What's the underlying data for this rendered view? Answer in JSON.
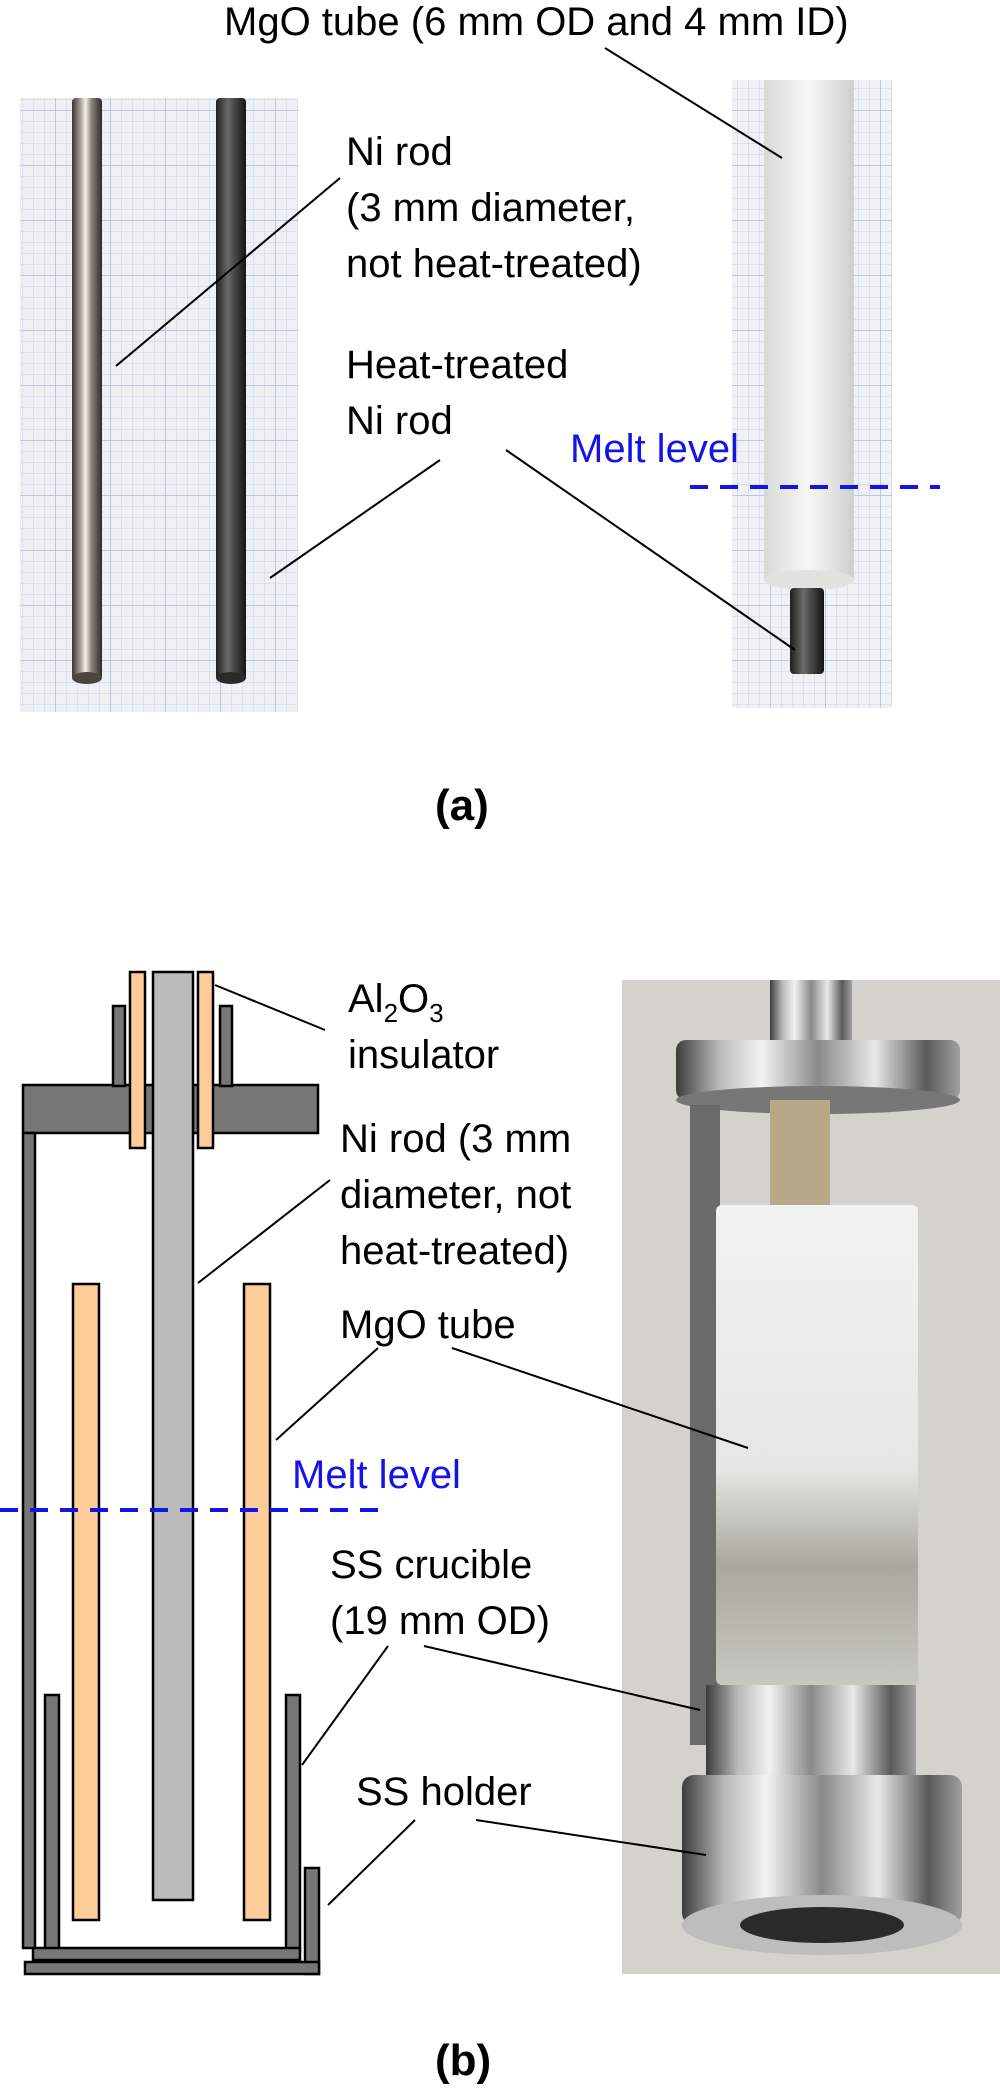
{
  "panel_a": {
    "caption": "(a)",
    "labels": {
      "mgo_tube_spec": "MgO tube (6 mm OD and 4 mm ID)",
      "ni_rod_line1": "Ni rod",
      "ni_rod_line2": "(3 mm diameter,",
      "ni_rod_line3": "not heat-treated)",
      "heat_treated_line1": "Heat-treated",
      "heat_treated_line2": "Ni rod",
      "melt_level": "Melt level"
    }
  },
  "panel_b": {
    "caption": "(b)",
    "labels": {
      "insulator_al": "Al",
      "insulator_sub2": "2",
      "insulator_o": "O",
      "insulator_sub3": "3",
      "insulator_line2": "insulator",
      "ni_rod_line1": "Ni rod (3 mm",
      "ni_rod_line2": "diameter, not",
      "ni_rod_line3": "heat-treated)",
      "mgo_tube": "MgO tube",
      "melt_level": "Melt level",
      "crucible_line1": "SS crucible",
      "crucible_line2": "(19 mm OD)",
      "holder": "SS holder"
    }
  },
  "colors": {
    "melt_level": "#1414e6",
    "alumina": "#ffcc99",
    "steel_dark": "#777777",
    "nickel_rod": "#bbbbbb"
  }
}
